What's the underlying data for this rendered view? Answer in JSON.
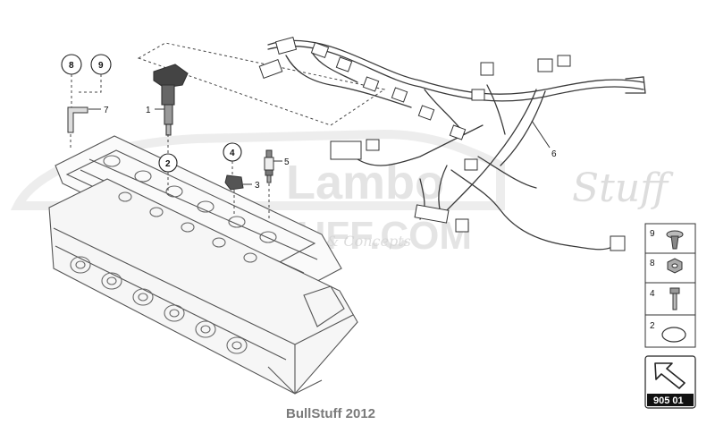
{
  "watermark": {
    "brand": "Lambo",
    "script": "Stuff",
    "url": "LAMBOSTUFF.COM",
    "tagline": "& Concepts"
  },
  "callouts": {
    "c1": "1",
    "c2": "2",
    "c3": "3",
    "c4": "4",
    "c5": "5",
    "c6": "6",
    "c7": "7",
    "c8": "8",
    "c9": "9"
  },
  "legend": [
    {
      "num": "9",
      "icon": "push-clip-icon"
    },
    {
      "num": "8",
      "icon": "nut-icon"
    },
    {
      "num": "4",
      "icon": "bolt-icon"
    },
    {
      "num": "2",
      "icon": "o-ring-icon"
    }
  ],
  "code_box": {
    "code": "905 01",
    "icon": "arrow-icon"
  },
  "footer": "BullStuff 2012"
}
